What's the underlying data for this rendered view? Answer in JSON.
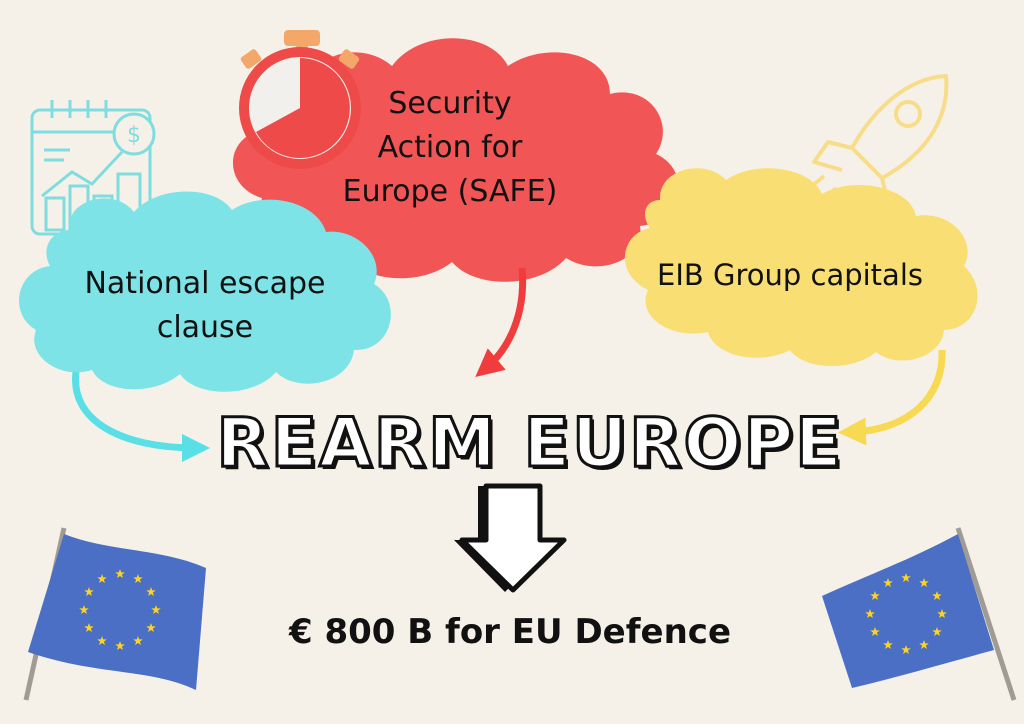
{
  "clouds": {
    "safe": {
      "label": "Security Action for Europe (SAFE)",
      "lines": [
        "Security",
        "Action for",
        "Europe (SAFE)"
      ],
      "color": "#f25555"
    },
    "national": {
      "label": "National escape clause",
      "lines": [
        "National escape",
        "clause"
      ],
      "color": "#7ee3e6"
    },
    "eib": {
      "label": "EIB Group capitals",
      "lines": [
        "EIB Group capitals"
      ],
      "color": "#f9de74"
    }
  },
  "headline": "REARM EUROPE",
  "amount": "€ 800 B for EU Defence",
  "icons": [
    "stopwatch-icon",
    "calendar-finance-icon",
    "rocket-icon",
    "down-arrow-icon",
    "eu-flag-icon"
  ],
  "colors": {
    "background": "#f6f1e8",
    "flag_blue": "#4b6fc4",
    "flag_star": "#ffd21f"
  }
}
